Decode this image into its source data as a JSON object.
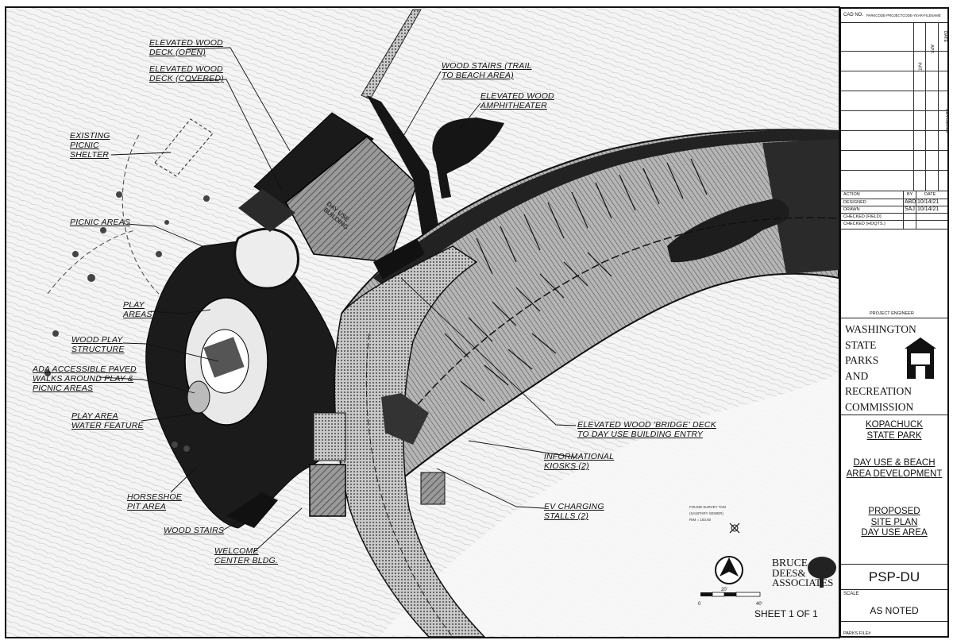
{
  "callouts": {
    "deck_open": [
      "ELEVATED WOOD",
      "DECK (OPEN)"
    ],
    "deck_covered": [
      "ELEVATED WOOD",
      "DECK (COVERED)"
    ],
    "wood_stairs_trail": [
      "WOOD STAIRS (TRAIL",
      "TO BEACH AREA)"
    ],
    "amphitheater": [
      "ELEVATED WOOD",
      "AMPHITHEATER"
    ],
    "picnic_shelter": [
      "EXISTING",
      "PICNIC",
      "SHELTER"
    ],
    "picnic_areas": [
      "PICNIC AREAS"
    ],
    "play_areas": [
      "PLAY",
      "AREAS"
    ],
    "wood_play": [
      "WOOD PLAY",
      "STRUCTURE"
    ],
    "ada_walks": [
      "ADA ACCESSIBLE PAVED",
      "WALKS AROUND PLAY &",
      "PICNIC AREAS"
    ],
    "water_feature": [
      "PLAY AREA",
      "WATER FEATURE"
    ],
    "horseshoe": [
      "HORSESHOE",
      "PIT AREA"
    ],
    "wood_stairs": [
      "WOOD STAIRS"
    ],
    "welcome": [
      "WELCOME",
      "CENTER BLDG."
    ],
    "bridge": [
      "ELEVATED WOOD 'BRIDGE' DECK",
      "TO DAY USE BUILDING ENTRY"
    ],
    "kiosks": [
      "INFORMATIONAL",
      "KIOSKS (2)"
    ],
    "ev": [
      "EV CHARGING",
      "STALLS (2)"
    ]
  },
  "plan_labels": {
    "building": [
      "DAY USE",
      "BUILDING"
    ],
    "survey": [
      "FOUND SURVEY TAM",
      "(SANITARY SEWER)",
      "RIM = 183.60"
    ]
  },
  "scale_bar": {
    "ticks": [
      "0",
      "20'",
      "40'"
    ]
  },
  "title_block": {
    "cad_label": "CAD NO.",
    "cad_value": "PARKCODE-PROJECTCODE-YEAR-FILENAME",
    "rev_headers": [
      "DATE",
      "APP.",
      "INIT.",
      "REVISIONS"
    ],
    "action_headers": [
      "ACTION",
      "BY",
      "DATE"
    ],
    "actions": [
      {
        "action": "DESIGNED",
        "by": "ABD",
        "date": "10/14/21"
      },
      {
        "action": "DRAWN",
        "by": "SAJ",
        "date": "10/14/21"
      },
      {
        "action": "CHECKED (FIELD)",
        "by": "",
        "date": ""
      },
      {
        "action": "CHECKED (HDQTS.)",
        "by": "",
        "date": ""
      }
    ],
    "project_engineer": "PROJECT ENGINEER",
    "agency": [
      "WASHINGTON",
      "STATE",
      "PARKS",
      "AND",
      "RECREATION",
      "COMMISSION"
    ],
    "park": [
      "KOPACHUCK",
      "STATE PARK"
    ],
    "project": [
      "DAY USE & BEACH",
      "AREA DEVELOPMENT"
    ],
    "sheet_title": [
      "PROPOSED",
      "SITE PLAN",
      "DAY USE AREA"
    ],
    "sheet_code": "PSP-DU",
    "scale_label": "SCALE",
    "scale_value": "AS NOTED",
    "parks_file": "PARKS FILE#"
  },
  "firm": {
    "name": [
      "BRUCE",
      "DEES&",
      "ASSOCIATES"
    ]
  },
  "sheet_number": "SHEET 1 OF 1",
  "colors": {
    "ink": "#111111",
    "hatch": "#666666",
    "paper": "#ffffff"
  }
}
